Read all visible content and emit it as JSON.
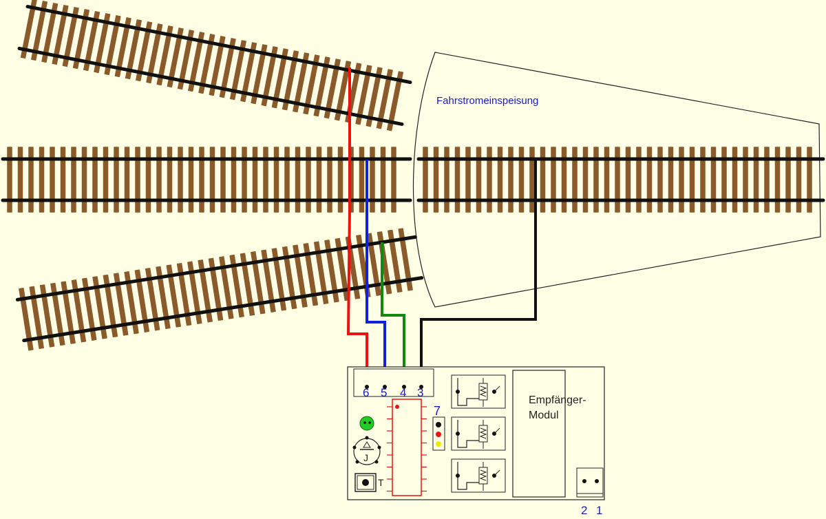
{
  "labels": {
    "feed_zone": "Fahrstromeinspeisung",
    "receiver_line1": "Empfänger-",
    "receiver_line2": "Modul",
    "terminal_6": "6",
    "terminal_5": "5",
    "terminal_4": "4",
    "terminal_3": "3",
    "terminal_7": "7",
    "jumper": "J",
    "button": "T",
    "terminal_2": "2",
    "terminal_1": "1"
  },
  "colors": {
    "background": "#ffffe5",
    "sleeper": "#8b5a2b",
    "rail": "#111111",
    "wire_6": "#ee1111",
    "wire_5": "#1122dd",
    "wire_4": "#118811",
    "wire_3": "#111111",
    "text_blue": "#1a1acc",
    "led_green": "#22cc22",
    "led_red": "#ee1111",
    "led_yellow": "#eeee00",
    "chip_outline": "#ee1111"
  }
}
